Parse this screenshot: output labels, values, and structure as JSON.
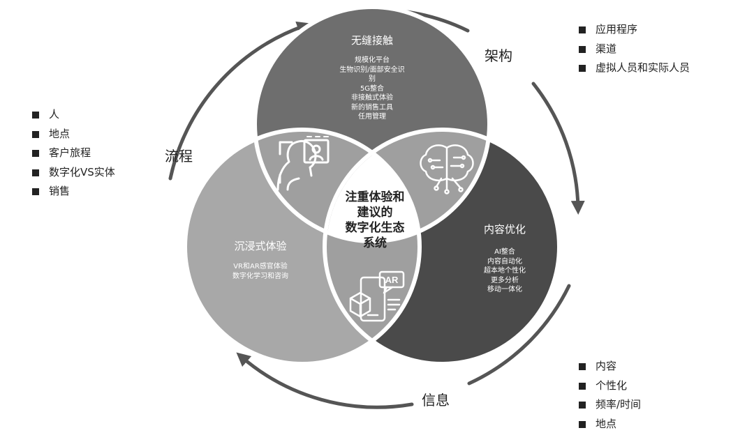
{
  "cycle_labels": {
    "top_right": "架构",
    "left": "流程",
    "bottom": "信息"
  },
  "center": {
    "lines": [
      "注重体验和",
      "建议的",
      "数字化生态",
      "系统"
    ]
  },
  "top_circle": {
    "title": "无缝接触",
    "items": [
      "规模化平台",
      "生物识别/面部安全识",
      "别",
      "5G整合",
      "非接触式体验",
      "新的销售工具",
      "任用管理"
    ]
  },
  "left_circle": {
    "title": "沉浸式体验",
    "items": [
      "VR和AR感官体验",
      "数字化学习和咨询"
    ]
  },
  "right_circle": {
    "title": "内容优化",
    "items": [
      "AI整合",
      "内容自动化",
      "超本地个性化",
      "更多分析",
      "移动一体化"
    ]
  },
  "ar_badge": "AR",
  "left_list": [
    "人",
    "地点",
    "客户旅程",
    "数字化VS实体",
    "销售"
  ],
  "top_right_list": [
    "应用程序",
    "渠道",
    "虚拟人员和实际人员"
  ],
  "bottom_right_list": [
    "内容",
    "个性化",
    "频率/时间",
    "地点"
  ],
  "colors": {
    "top_circle": "#6e6e6e",
    "left_circle": "#a8a8a8",
    "right_circle": "#4a4a4a",
    "overlap": "#9f9f9f",
    "arrows": "#555555"
  },
  "icons": {
    "top_left_overlap": "face-recognition-icon",
    "top_right_overlap": "brain-circuit-icon",
    "bottom_overlap": "ar-phone-icon"
  }
}
